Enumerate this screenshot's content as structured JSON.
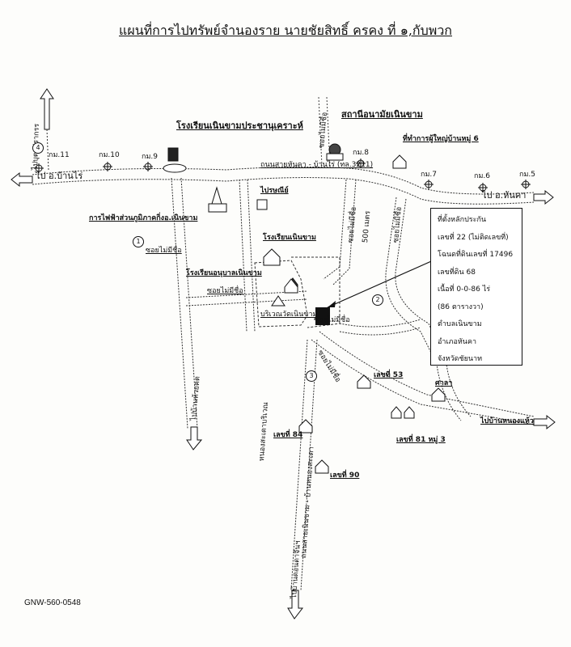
{
  "title": "แผนที่การไปทรัพย์จำนองราย นายชัยสิทธิ์ ครคง ที่ ๑,กับพวก",
  "doc_code": "GNW-560-0548",
  "main_road": "ถนนสายหันคา - บ้านไร่ (ทล.3211)",
  "dir_west": "ไป อ.บ้านไร่",
  "dir_east": "ไป อ.หันคา",
  "km_markers": [
    "กม.11",
    "กม.10",
    "กม.9",
    "กม.8",
    "กม.7",
    "กม.6",
    "กม.5"
  ],
  "places": {
    "school_north": "โรงเรียนเนินขามประชานุเคราะห์",
    "health_center": "สถานีอนามัยเนินขาม",
    "village_head": "ที่ทำการผู้ใหญ่บ้านหมู่ 6",
    "pea": "การไฟฟ้าส่วนภูมิภาคกิ่งอ.เนินขาม",
    "post_office": "ไปรษณีย์",
    "school_mid": "โรงเรียนเนินขาม",
    "kindergarten": "โรงเรียนอนุบาลเนินขาม",
    "temple": "บริเวณวัดเนินขาม",
    "sala": "ศาลา",
    "house_53": "เลขที่ 53",
    "house_84": "เลขที่ 84",
    "house_90": "เลขที่ 90",
    "house_81": "เลขที่ 81 หมู่ 3"
  },
  "roads": {
    "no_name": "ซอยไม่มีชื่อ",
    "to_nongkhae": "ไปบ้านหนองแห้ว",
    "distance": "500 เมตร",
    "to_bankhlong": "ไปบ้านห้วยคต",
    "to_right": "ไปบุตรปรากรร",
    "south_a": "ไปบ้านดอนตาจีนฯ",
    "south_b": "ถนนสายเนินขาม - บ้านหนองสะเดา",
    "south_c": "หนองสะเดาบริเวณ"
  },
  "info_box": [
    "ที่ตั้งหลักประกัน",
    "เลขที่ 22 (ไม่ติดเลขที่)",
    "โฉนดที่ดินเลขที่ 17496",
    "เลขที่ดิน 68",
    "เนื้อที่ 0-0-86 ไร่",
    "(86 ตารางวา)",
    "ตำบลเนินขาม",
    "อำเภอหันคา",
    "จังหวัดชัยนาท"
  ],
  "circle_nums": [
    "1",
    "2",
    "3",
    "4"
  ]
}
